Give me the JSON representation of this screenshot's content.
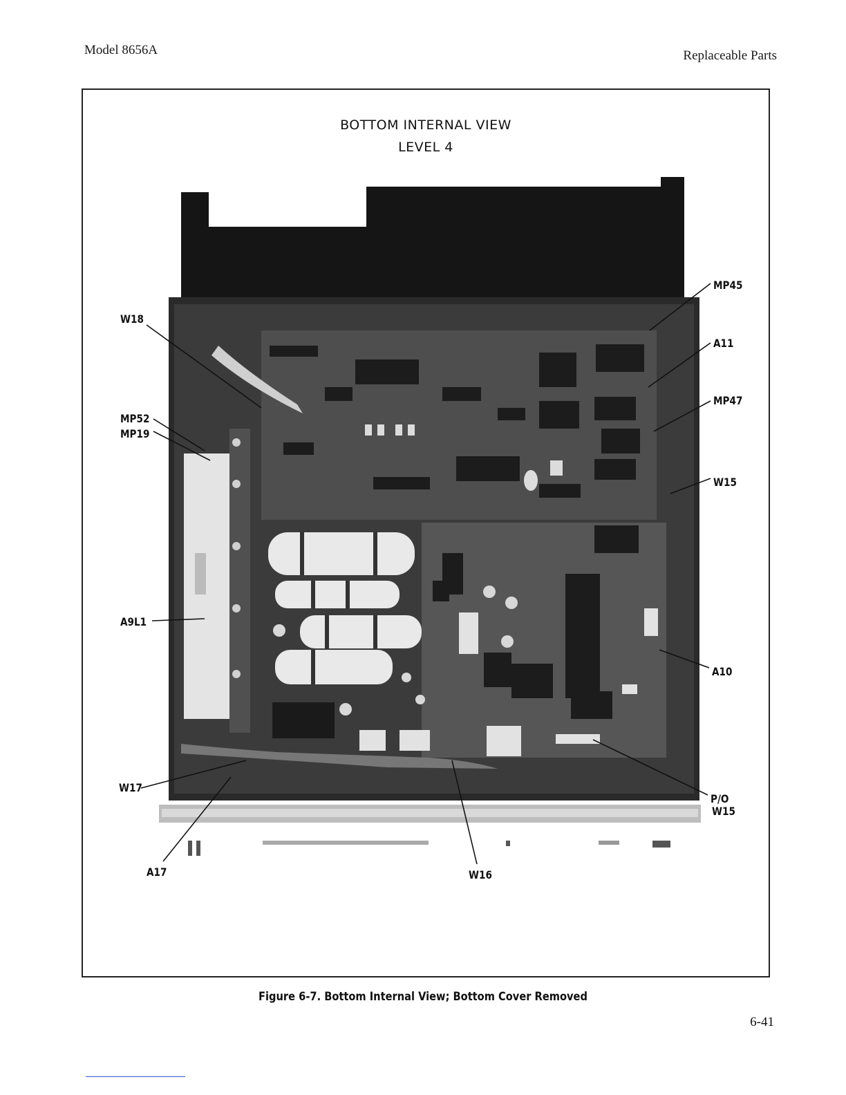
{
  "header": {
    "model": "Model 8656A",
    "section": "Replaceable Parts"
  },
  "figure": {
    "title_line1": "BOTTOM INTERNAL VIEW",
    "title_line2": "LEVEL 4",
    "caption": "Figure 6-7.  Bottom Internal View; Bottom Cover Removed",
    "callouts": {
      "W18": "W18",
      "MP52": "MP52",
      "MP19": "MP19",
      "A9L1": "A9L1",
      "W17": "W17",
      "A17": "A17",
      "W16": "W16",
      "MP45": "MP45",
      "A11": "A11",
      "MP47": "MP47",
      "W15": "W15",
      "A10": "A10",
      "PO": "P/O",
      "W15b": "W15"
    }
  },
  "page_number": "6-41"
}
